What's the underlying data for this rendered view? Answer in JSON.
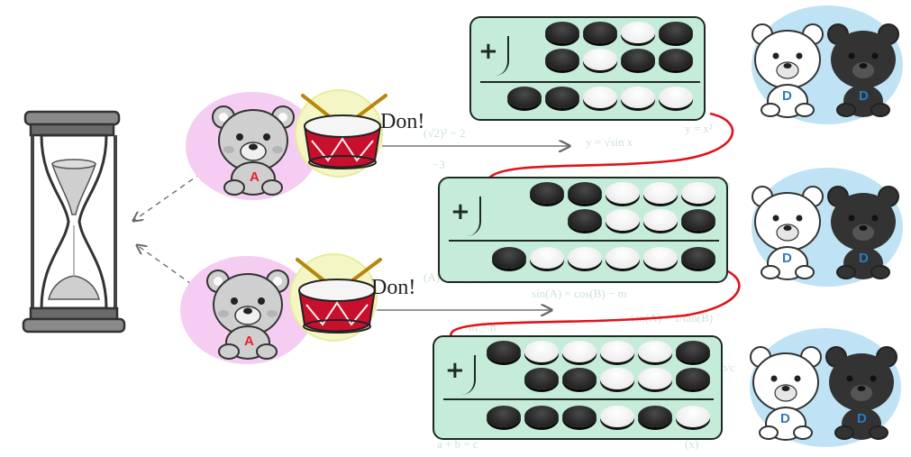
{
  "drum_events": [
    {
      "label": "Don!",
      "bear_letter": "A"
    },
    {
      "label": "Don!",
      "bear_letter": "A"
    }
  ],
  "panels": [
    {
      "operator": "+",
      "rows": [
        [
          "black",
          "black",
          "white",
          "black"
        ],
        [
          "black",
          "white",
          "black",
          "black"
        ]
      ],
      "result": [
        "black",
        "black",
        "white",
        "white",
        "white"
      ]
    },
    {
      "operator": "+",
      "rows": [
        [
          "black",
          "black",
          "white",
          "white",
          "white"
        ],
        [
          "black",
          "white",
          "white",
          "black"
        ]
      ],
      "result": [
        "black",
        "white",
        "white",
        "white",
        "white",
        "black"
      ]
    },
    {
      "operator": "+",
      "rows": [
        [
          "black",
          "white",
          "white",
          "white",
          "white",
          "black"
        ],
        [
          "black",
          "black",
          "white",
          "white",
          "black"
        ]
      ],
      "result": [
        "black",
        "black",
        "black",
        "white",
        "black",
        "white"
      ]
    }
  ],
  "bear_pairs": [
    {
      "left_letter": "D",
      "right_letter": "D"
    },
    {
      "left_letter": "D",
      "right_letter": "D"
    },
    {
      "left_letter": "D",
      "right_letter": "D"
    }
  ],
  "colors": {
    "panel_fill": "#c5ecd9",
    "pink_circle": "#f6cdf2",
    "yellow_circle": "#f4f7c5",
    "blue_circle": "#bfe3f5",
    "carry_arrow": "#e0141b",
    "bear_a_letter": "#e8202a",
    "bear_d_letter": "#2b7bc1",
    "drum_red": "#c8102e"
  },
  "icons": [
    "hourglass-icon",
    "gray-bear-icon",
    "drum-icon",
    "white-bear-icon",
    "black-bear-icon"
  ]
}
